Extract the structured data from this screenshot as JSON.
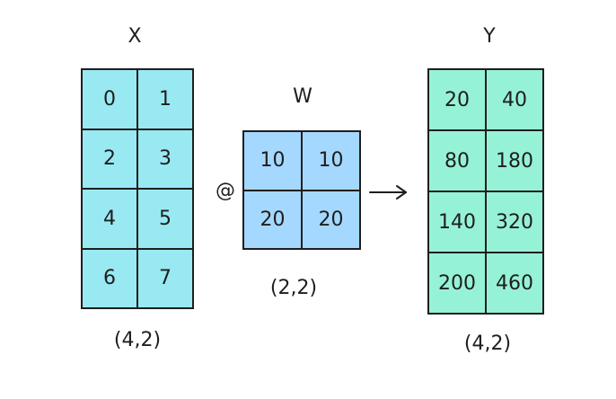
{
  "colors": {
    "x_fill": "#99e9f2",
    "w_fill": "#a5d8ff",
    "y_fill": "#96f2d7",
    "stroke": "#1e1e1e"
  },
  "x": {
    "label": "X",
    "shape": "(4,2)",
    "cells": [
      "0",
      "1",
      "2",
      "3",
      "4",
      "5",
      "6",
      "7"
    ]
  },
  "operator": "@",
  "w": {
    "label": "W",
    "shape": "(2,2)",
    "cells": [
      "10",
      "10",
      "20",
      "20"
    ]
  },
  "y": {
    "label": "Y",
    "shape": "(4,2)",
    "cells": [
      "20",
      "40",
      "80",
      "180",
      "140",
      "320",
      "200",
      "460"
    ]
  }
}
